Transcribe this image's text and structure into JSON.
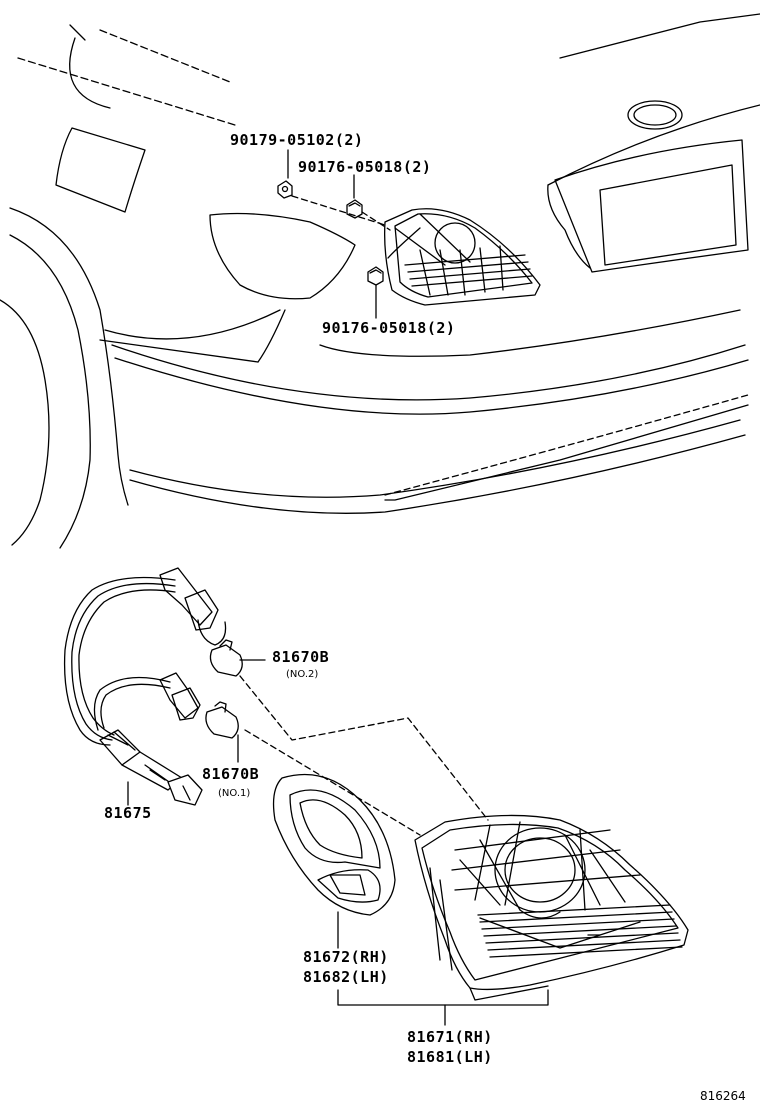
{
  "callouts": {
    "clip_90179": "90179-05102(2)",
    "nut_90176_upper": "90176-05018(2)",
    "nut_90176_lower": "90176-05018(2)",
    "bulb_no2_part": "81670B",
    "bulb_no2_note": "(NO.2)",
    "bulb_no1_part": "81670B",
    "bulb_no1_note": "(NO.1)",
    "socket_wire": "81675",
    "gasket_rh": "81672(RH)",
    "gasket_lh": "81682(LH)",
    "lamp_rh": "81671(RH)",
    "lamp_lh": "81681(LH)"
  },
  "figure_code": "816264"
}
